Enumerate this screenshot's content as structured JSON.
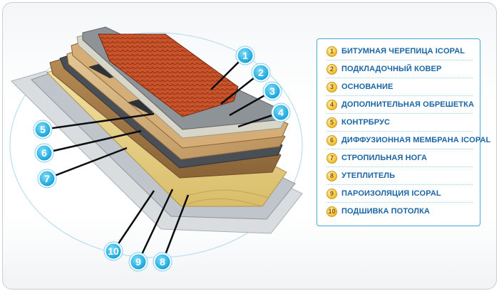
{
  "legend": [
    {
      "num": "1",
      "label": "БИТУМНАЯ ЧЕРЕПИЦА ICOPAL"
    },
    {
      "num": "2",
      "label": "ПОДКЛАДОЧНЫЙ КОВЕР"
    },
    {
      "num": "3",
      "label": "ОСНОВАНИЕ"
    },
    {
      "num": "4",
      "label": "ДОПОЛНИТЕЛЬНАЯ ОБРЕШЕТКА"
    },
    {
      "num": "5",
      "label": "КОНТРБРУС"
    },
    {
      "num": "6",
      "label": "ДИФФУЗИОННАЯ МЕМБРАНА ICOPAL"
    },
    {
      "num": "7",
      "label": "СТРОПИЛЬНАЯ НОГА"
    },
    {
      "num": "8",
      "label": "УТЕПЛИТЕЛЬ"
    },
    {
      "num": "9",
      "label": "ПАРОИЗОЛЯЦИЯ ICOPAL"
    },
    {
      "num": "10",
      "label": "ПОДШИВКА ПОТОЛКА"
    }
  ],
  "markers": [
    "1",
    "2",
    "3",
    "4",
    "5",
    "6",
    "7",
    "8",
    "9",
    "10"
  ],
  "colors": {
    "accent": "#1c65a4",
    "marker": "#17b4e4",
    "shingles": "#c9542b",
    "wood": "#d8b57f",
    "insulation": "#e8d38a",
    "membrane": "#4a4f55"
  }
}
